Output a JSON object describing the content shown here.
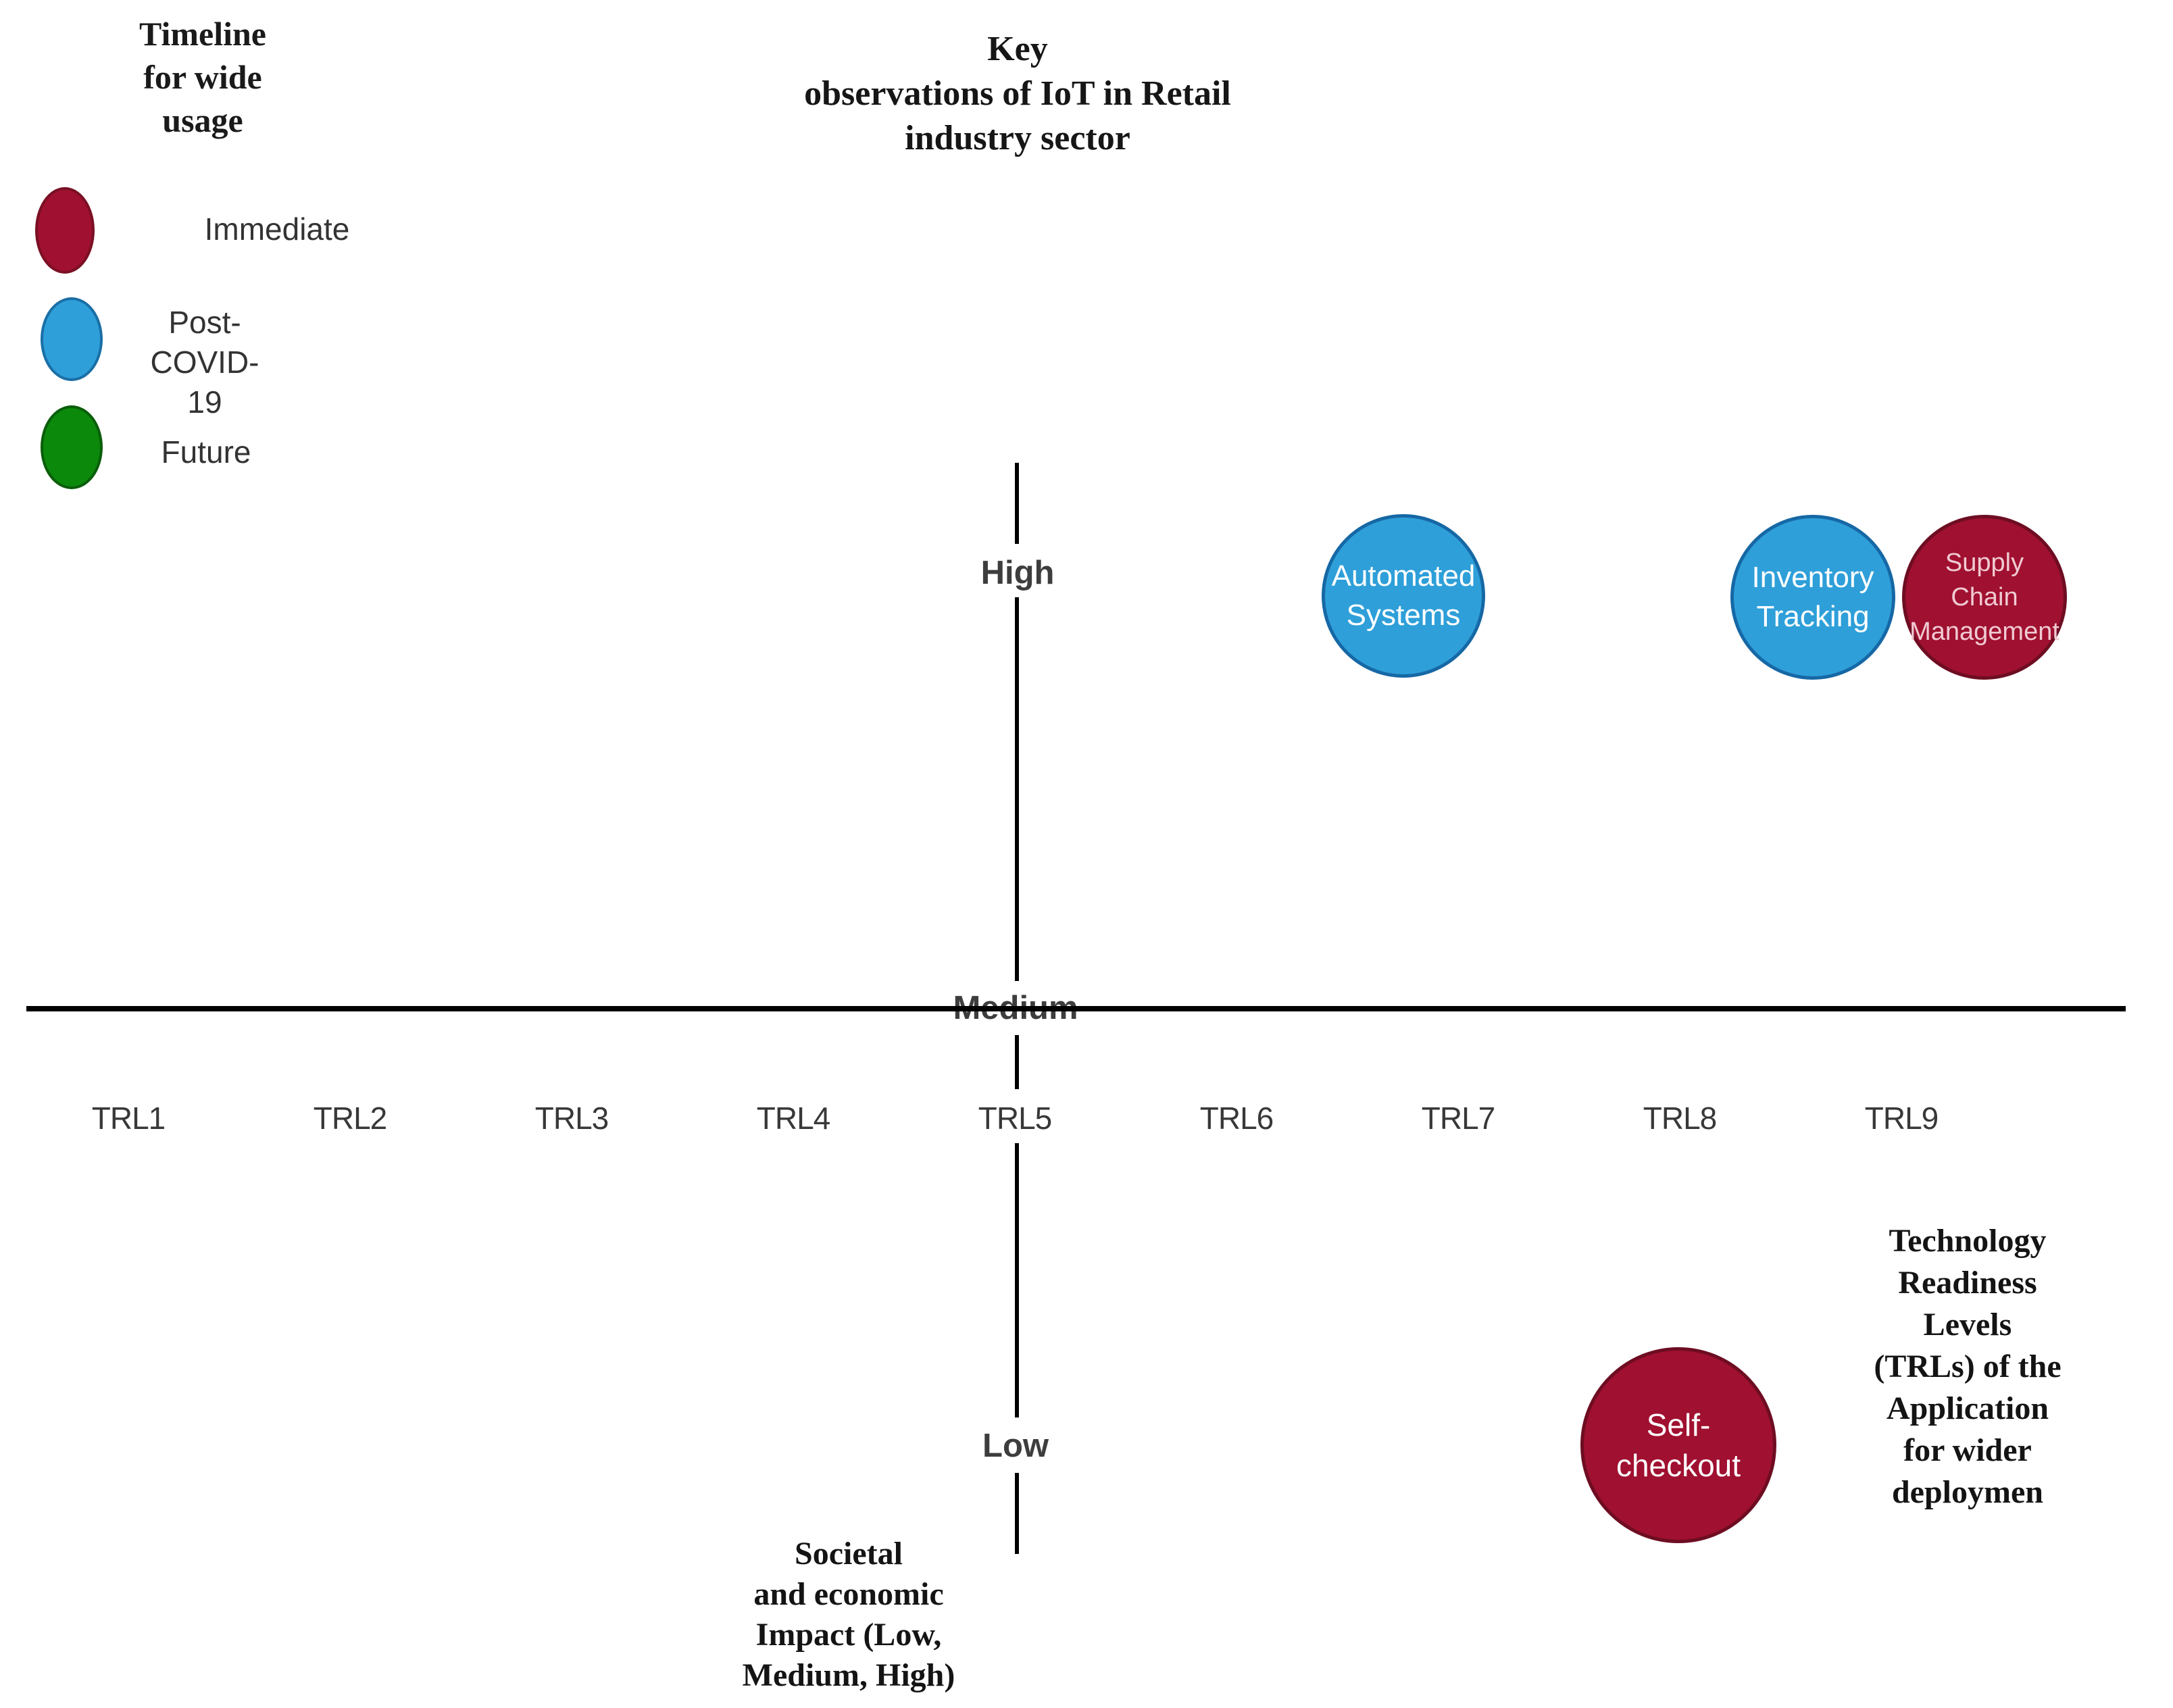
{
  "title": {
    "lines": [
      "Key",
      "observations of IoT in Retail",
      "industry sector"
    ]
  },
  "legend": {
    "title_lines": [
      "Timeline",
      "for wide",
      "usage"
    ],
    "items": [
      {
        "name": "immediate",
        "label_lines": [
          "Immediate"
        ],
        "color": "#A01030",
        "border": "#7A1024"
      },
      {
        "name": "post-covid-19",
        "label_lines": [
          "Post-COVID-",
          "19"
        ],
        "color": "#2E9FD9",
        "border": "#1A6FA6"
      },
      {
        "name": "future",
        "label_lines": [
          "Future"
        ],
        "color": "#0B890B",
        "border": "#0A5E0A"
      }
    ]
  },
  "axis": {
    "y_labels": {
      "high": "High",
      "medium": "Medium",
      "low": "Low"
    },
    "x_ticks": [
      "TRL1",
      "TRL2",
      "TRL3",
      "TRL4",
      "TRL5",
      "TRL6",
      "TRL7",
      "TRL8",
      "TRL9"
    ],
    "x_title_lines": [
      "Technology",
      "Readiness Levels",
      "(TRLs) of the",
      "Application for wider",
      "deploymen"
    ],
    "y_title_lines": [
      "Societal",
      "and economic",
      "Impact (Low,",
      "Medium, High)"
    ]
  },
  "bubbles": [
    {
      "name": "automated-systems",
      "label_lines": [
        "Automated",
        "Systems"
      ],
      "color": "#2E9FD9",
      "border": "#1668A5",
      "text_color": "#FFFFFF"
    },
    {
      "name": "inventory-tracking",
      "label_lines": [
        "Inventory",
        "Tracking"
      ],
      "color": "#2E9FD9",
      "border": "#1668A5",
      "text_color": "#FFFFFF"
    },
    {
      "name": "supply-chain-management",
      "label_lines": [
        "Supply",
        "Chain",
        "Management"
      ],
      "color": "#A01030",
      "border": "#6E0D22",
      "text_color": "#F0CAD2"
    },
    {
      "name": "self-checkout",
      "label_lines": [
        "Self-",
        "checkout"
      ],
      "color": "#A01030",
      "border": "#6E0D22",
      "text_color": "#FFFFFF"
    }
  ],
  "chart_data": {
    "type": "scatter",
    "title": "Key observations of IoT in Retail industry sector",
    "xlabel": "Technology Readiness Levels (TRLs) of the Application for wider deploymen",
    "ylabel": "Societal and economic Impact (Low, Medium, High)",
    "x_ticks": [
      "TRL1",
      "TRL2",
      "TRL3",
      "TRL4",
      "TRL5",
      "TRL6",
      "TRL7",
      "TRL8",
      "TRL9"
    ],
    "y_ticks": [
      "Low",
      "Medium",
      "High"
    ],
    "legend_title": "Timeline for wide usage",
    "legend": [
      {
        "label": "Immediate",
        "color": "#A01030"
      },
      {
        "label": "Post-COVID-19",
        "color": "#2E9FD9"
      },
      {
        "label": "Future",
        "color": "#0B890B"
      }
    ],
    "points": [
      {
        "label": "Automated Systems",
        "timeline": "Post-COVID-19",
        "trl": 6.75,
        "impact": "High",
        "color": "#2E9FD9"
      },
      {
        "label": "Inventory Tracking",
        "timeline": "Post-COVID-19",
        "trl": 8.6,
        "impact": "High",
        "color": "#2E9FD9"
      },
      {
        "label": "Supply Chain Management",
        "timeline": "Immediate",
        "trl": 9.4,
        "impact": "High",
        "color": "#A01030"
      },
      {
        "label": "Self-checkout",
        "timeline": "Immediate",
        "trl": 8.0,
        "impact": "Low",
        "color": "#A01030"
      }
    ],
    "layout": {
      "legend_position": "top-left",
      "grid": false,
      "quadrant_axes": true
    }
  }
}
